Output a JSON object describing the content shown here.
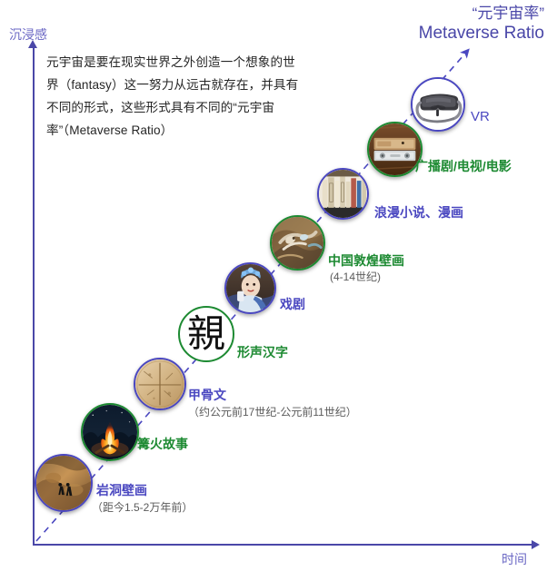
{
  "corner_title": {
    "chinese": "“元宇宙率”",
    "english": "Metaverse Ratio"
  },
  "axes": {
    "y_label": "沉浸感",
    "x_label": "时间"
  },
  "description": "元宇宙是要在现实世界之外创造一个想象的世界（fantasy）这一努力从远古就存在，并具有不同的形式，这些形式具有不同的“元宇宙率”（Metaverse Ratio）",
  "chart_data": {
    "type": "scatter",
    "title": "“元宇宙率” Metaverse Ratio",
    "xlabel": "时间",
    "ylabel": "沉浸感",
    "trendline": "dashed diagonal increasing",
    "legend": "none",
    "grid": false,
    "points": [
      {
        "id": "cave-painting",
        "label": "岩洞壁画",
        "sublabel": "（距今1.5-2万年前）",
        "ring": "#4a47c0",
        "label_color": "#4a47c0",
        "icon": "cave-painting-icon",
        "x": 0,
        "y": 0
      },
      {
        "id": "bonfire-story",
        "label": "篝火故事",
        "sublabel": "",
        "ring": "#1d8a32",
        "label_color": "#1d8a32",
        "icon": "bonfire-icon",
        "x": 1,
        "y": 1
      },
      {
        "id": "oracle-bone",
        "label": "甲骨文",
        "sublabel": "（约公元前17世纪-公元前11世纪）",
        "ring": "#4a47c0",
        "label_color": "#4a47c0",
        "icon": "oracle-bone-icon",
        "x": 2,
        "y": 2
      },
      {
        "id": "phono-semantic-character",
        "label": "形声汉字",
        "sublabel": "",
        "ring": "#1d8a32",
        "label_color": "#1d8a32",
        "icon": "chinese-character-icon",
        "glyph": "親",
        "x": 3,
        "y": 3
      },
      {
        "id": "drama",
        "label": "戏剧",
        "sublabel": "",
        "ring": "#4a47c0",
        "label_color": "#4a47c0",
        "icon": "opera-performer-icon",
        "x": 4,
        "y": 4
      },
      {
        "id": "dunhuang-murals",
        "label": "中国敦煌壁画",
        "sublabel": "(4-14世纪)",
        "ring": "#1d8a32",
        "label_color": "#1d8a32",
        "icon": "dunhuang-mural-icon",
        "x": 5,
        "y": 5
      },
      {
        "id": "romance-novels-comics",
        "label": "浪漫小说、漫画",
        "sublabel": "",
        "ring": "#4a47c0",
        "label_color": "#4a47c0",
        "icon": "books-icon",
        "x": 6,
        "y": 6
      },
      {
        "id": "radio-tv-film",
        "label": "广播剧/电视/电影",
        "sublabel": "",
        "ring": "#1d8a32",
        "label_color": "#1d8a32",
        "icon": "vintage-radio-icon",
        "x": 7,
        "y": 7
      },
      {
        "id": "vr",
        "label": "VR",
        "sublabel": "",
        "ring": "#4a47c0",
        "label_color": "#4a47c0",
        "icon": "vr-headset-icon",
        "x": 8,
        "y": 8
      }
    ]
  },
  "colors": {
    "axis": "#4a47a8",
    "purple_label": "#4a47c0",
    "green_label": "#1d8a32",
    "sub_label": "#5a5a5a",
    "body_text": "#262626"
  }
}
